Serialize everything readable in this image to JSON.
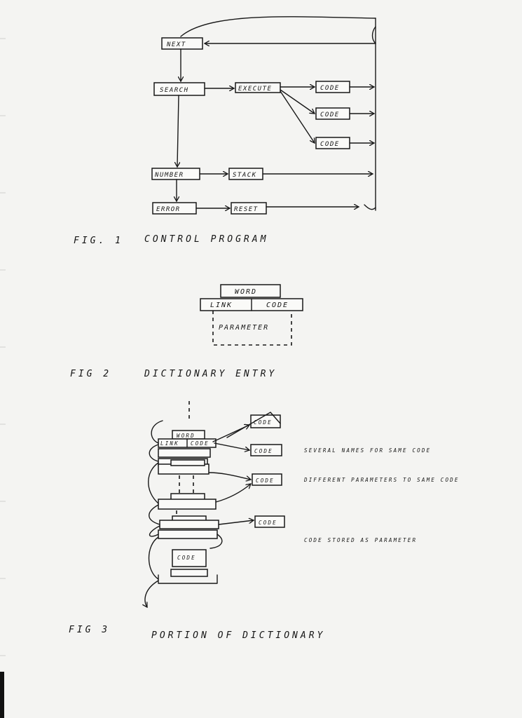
{
  "fig1": {
    "nodes": {
      "next": "NEXT",
      "search": "SEARCH",
      "execute": "EXECUTE",
      "code1": "CODE",
      "code2": "CODE",
      "code3": "CODE",
      "number": "NUMBER",
      "stack": "STACK",
      "error": "ERROR",
      "reset": "RESET"
    },
    "caption_num": "FIG. 1",
    "caption_text": "CONTROL PROGRAM"
  },
  "fig2": {
    "word": "WORD",
    "link": "LINK",
    "code": "CODE",
    "parameter": "PARAMETER",
    "caption_num": "FIG 2",
    "caption_text": "DICTIONARY ENTRY"
  },
  "fig3": {
    "word": "WORD",
    "link": "LINK",
    "code_in_entry": "CODE",
    "code_boxes": [
      "CODE",
      "CODE",
      "CODE",
      "CODE"
    ],
    "code_in_stack": "CODE",
    "note1": "SEVERAL NAMES FOR SAME CODE",
    "note2": "DIFFERENT PARAMETERS TO SAME CODE",
    "note3": "CODE STORED AS PARAMETER",
    "caption_num": "FIG 3",
    "caption_text": "PORTION OF DICTIONARY"
  }
}
